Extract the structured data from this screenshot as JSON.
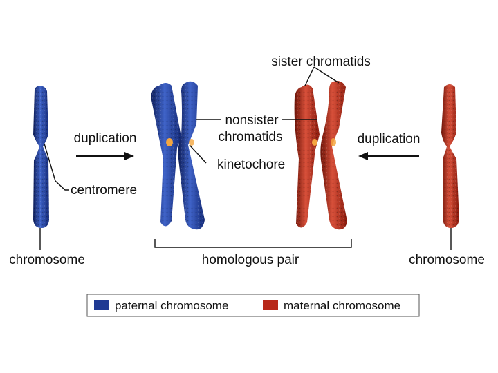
{
  "colors": {
    "paternal": "#1f3a93",
    "paternal_dark": "#0f1f5c",
    "paternal_light": "#3f63c8",
    "maternal": "#b8281a",
    "maternal_dark": "#6e1408",
    "maternal_light": "#d8503a",
    "kinetochore": "#f4a640",
    "label": "#111111"
  },
  "labels": {
    "sister_chromatids": "sister chromatids",
    "nonsister_line1": "nonsister",
    "nonsister_line2": "chromatids",
    "kinetochore": "kinetochore",
    "duplication_left": "duplication",
    "duplication_right": "duplication",
    "centromere": "centromere",
    "chromosome_left": "chromosome",
    "chromosome_right": "chromosome",
    "homologous_pair": "homologous pair"
  },
  "legend": {
    "items": [
      {
        "label": "paternal chromosome",
        "color": "#1f3a93"
      },
      {
        "label": "maternal chromosome",
        "color": "#b8281a"
      }
    ]
  }
}
